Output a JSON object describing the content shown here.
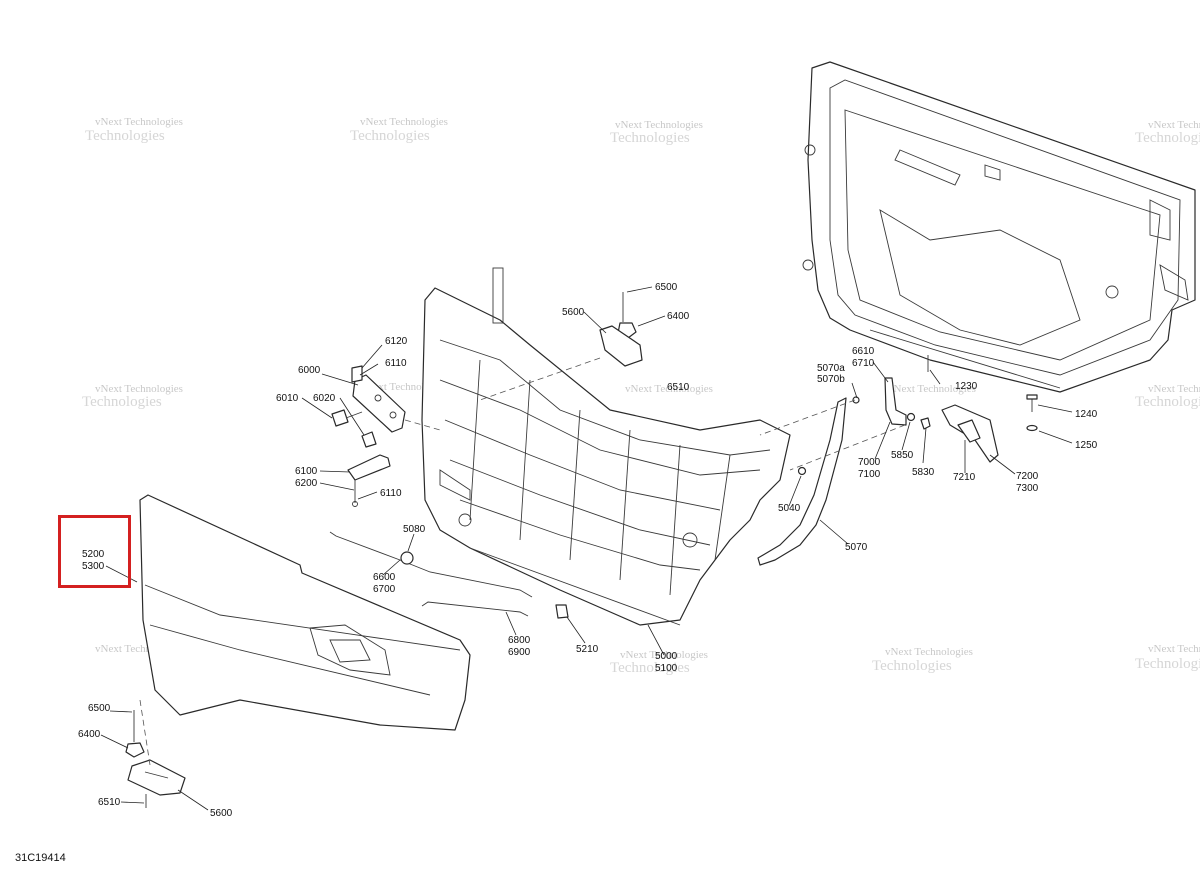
{
  "drawing_number": "31C19414",
  "highlight_color": "#d42020",
  "highlighted_callout": "5200 5300",
  "watermark_line1": "vNext Technologies",
  "watermark_line2": "Technologies",
  "callouts": {
    "c6500_top": "6500",
    "c6400_top": "6400",
    "c5600_top": "5600",
    "c6510_top": "6510",
    "c6120": "6120",
    "c6110_top": "6110",
    "c6000": "6000",
    "c6010": "6010",
    "c6020": "6020",
    "c6100": "6100",
    "c6200": "6200",
    "c6110_bot": "6110",
    "c5200": "5200",
    "c5300": "5300",
    "c5080": "5080",
    "c6600": "6600",
    "c6700": "6700",
    "c6800": "6800",
    "c6900": "6900",
    "c5210": "5210",
    "c5000": "5000",
    "c5100": "5100",
    "c5040": "5040",
    "c5070": "5070",
    "c6610": "6610",
    "c6710": "6710",
    "c5070a": "5070a",
    "c5070b": "5070b",
    "c1230": "1230",
    "c1240": "1240",
    "c1250": "1250",
    "c7000": "7000",
    "c7100": "7100",
    "c5850": "5850",
    "c5830": "5830",
    "c7210": "7210",
    "c7200": "7200",
    "c7300": "7300",
    "c6500_bot": "6500",
    "c6400_bot": "6400",
    "c6510_bot": "6510",
    "c5600_bot": "5600"
  }
}
